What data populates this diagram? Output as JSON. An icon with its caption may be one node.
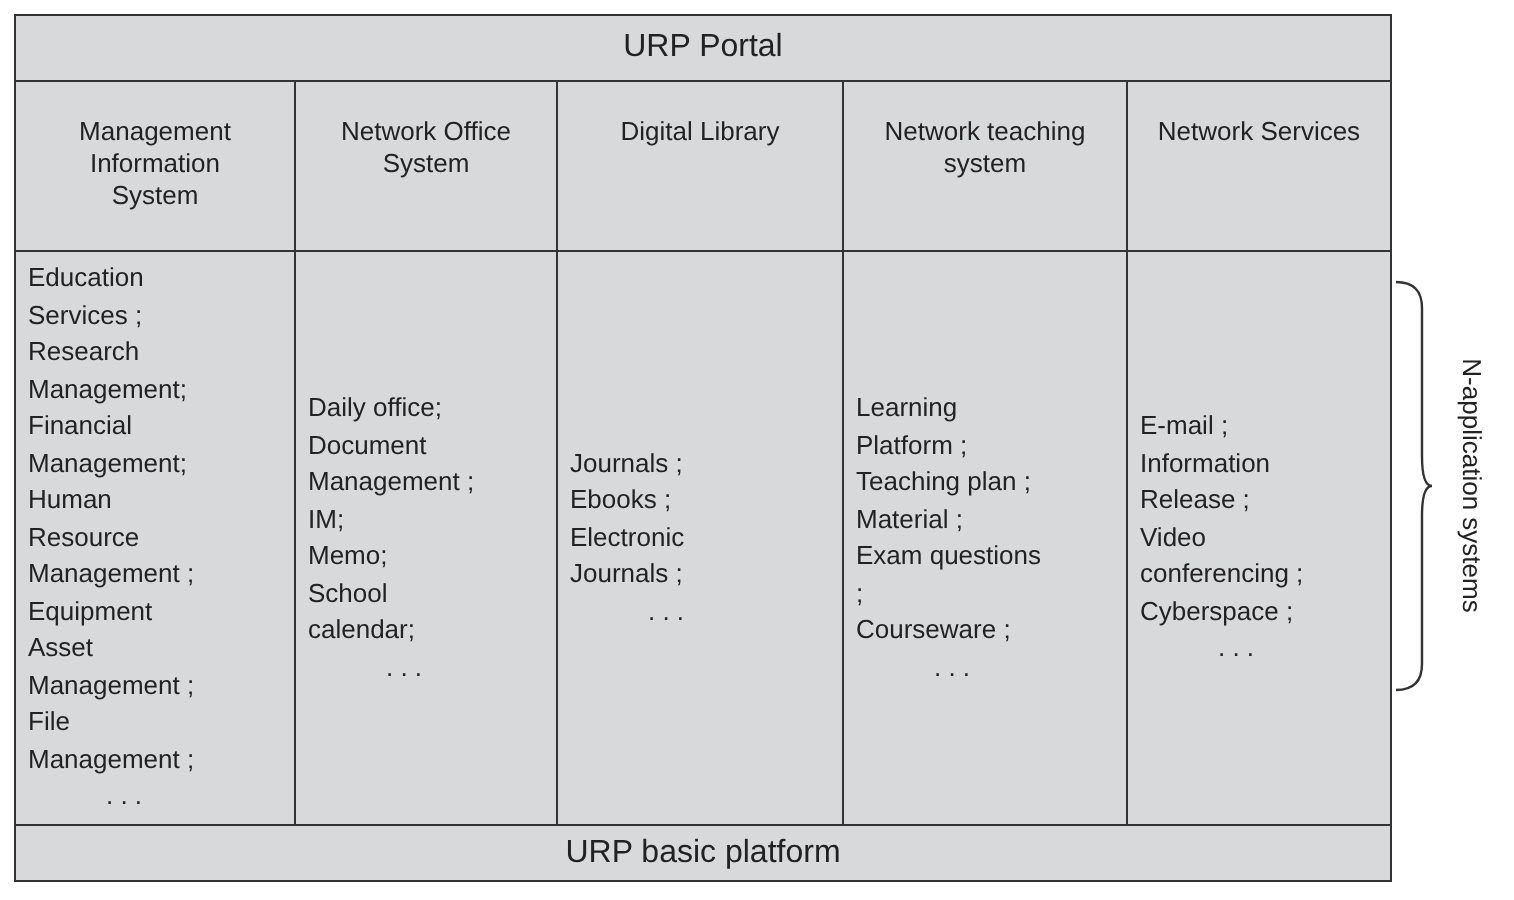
{
  "diagram": {
    "nodes": [
      {
        "text": [
          "URP Portal"
        ]
      },
      {
        "text": [
          "Management Information System"
        ]
      },
      {
        "text": [
          "Network Office System"
        ]
      },
      {
        "text": [
          "Digital Library"
        ]
      },
      {
        "text": [
          "Network teaching system"
        ]
      },
      {
        "text": [
          "Network Services"
        ]
      },
      {
        "text": [
          "Education Services ;",
          "Research Management;",
          "Financial Management;",
          "Human Resource Management ;",
          "Equipment Asset Management ;",
          "File Management ;",
          ". . ."
        ]
      },
      {
        "text": [
          "Daily office;",
          "Document Management ;",
          "IM;",
          "Memo;",
          "School calendar;",
          ". . ."
        ]
      },
      {
        "text": [
          "Journals ;",
          "Ebooks ;",
          "Electronic Journals ;",
          ". . ."
        ]
      },
      {
        "text": [
          "Learning Platform ;",
          "Teaching plan ;",
          "Material ;",
          "Exam questions ;",
          "Courseware ;",
          ". . ."
        ]
      },
      {
        "text": [
          "E-mail ;",
          "Information Release ;",
          "Video conferencing ;",
          "Cyberspace ;",
          ". . ."
        ]
      },
      {
        "text": [
          "URP basic platform"
        ]
      }
    ],
    "edges": [],
    "labels": [
      "N-application systems"
    ]
  }
}
